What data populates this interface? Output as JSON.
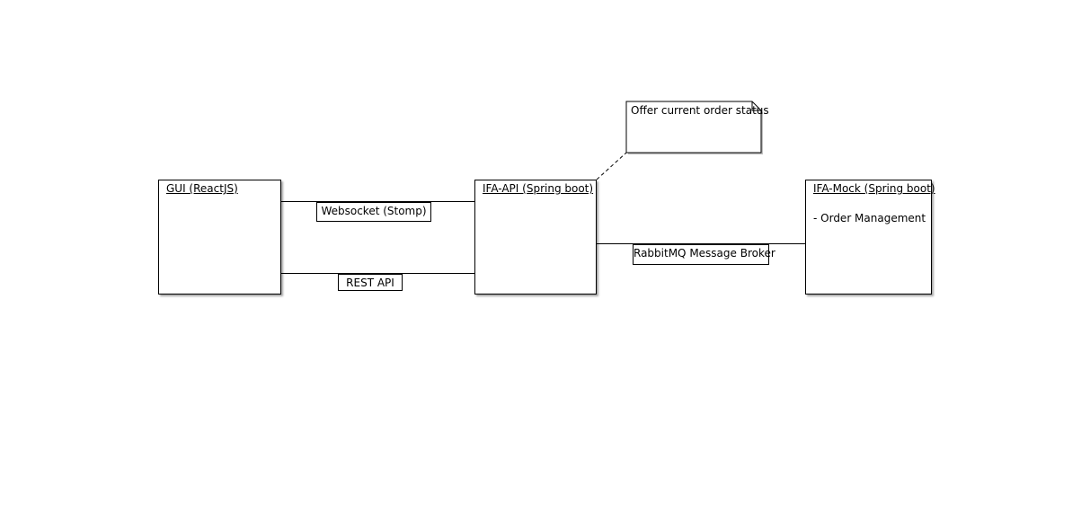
{
  "diagram": {
    "nodes": {
      "gui": {
        "title": "GUI (ReactJS)"
      },
      "ifa_api": {
        "title": "IFA-API (Spring boot)"
      },
      "ifa_mock": {
        "title": "IFA-Mock (Spring boot)",
        "body": "- Order Management"
      }
    },
    "connections": {
      "websocket": {
        "label": "Websocket (Stomp)"
      },
      "rest": {
        "label": "REST API"
      },
      "rabbitmq": {
        "label": "RabbitMQ Message Broker"
      }
    },
    "note": {
      "text": "Offer current order status"
    }
  }
}
